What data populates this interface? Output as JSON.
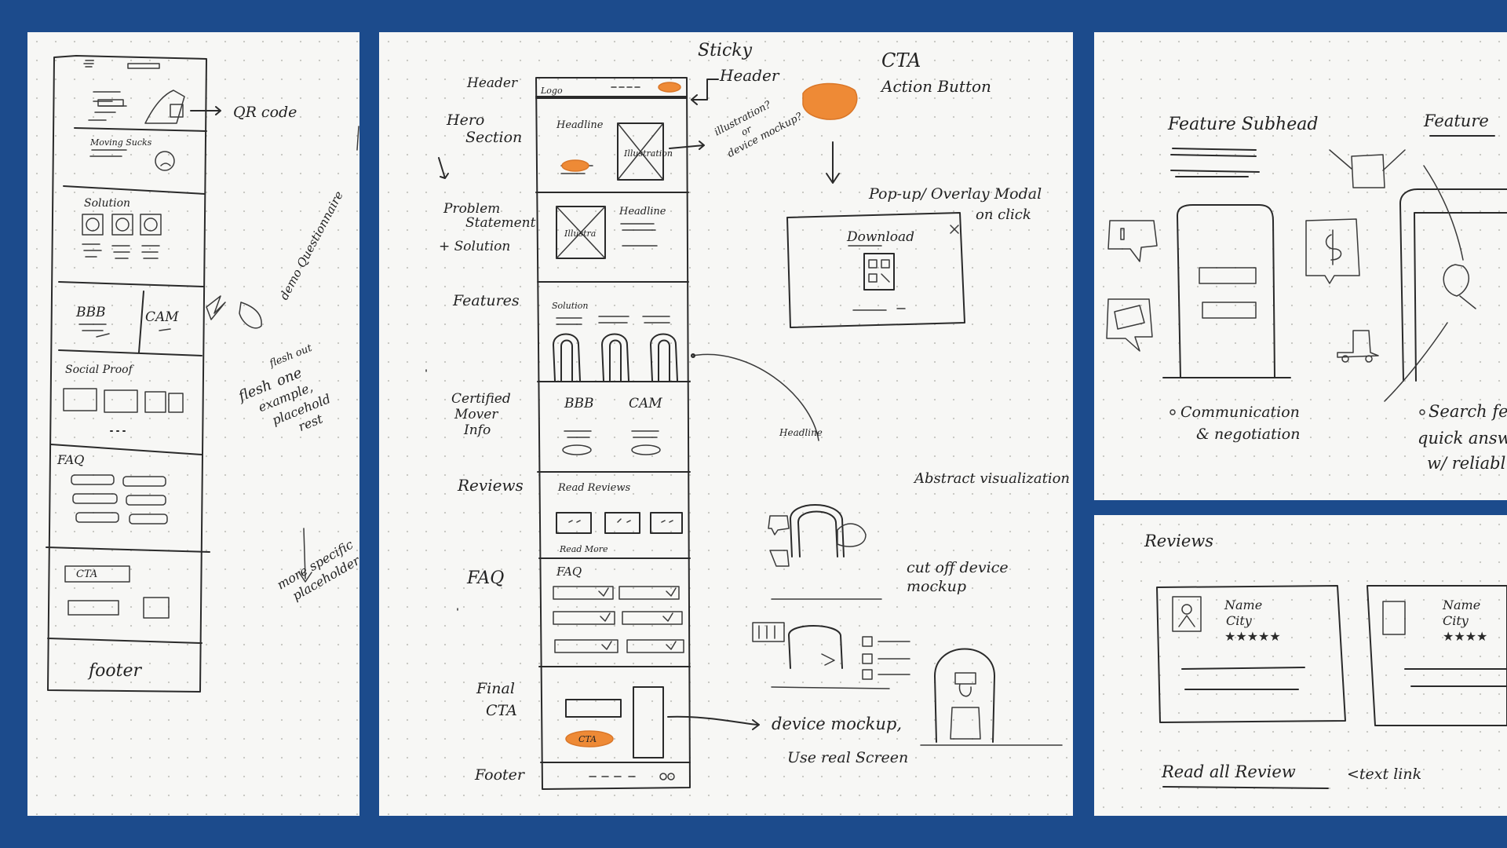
{
  "colors": {
    "background": "#1c4b8c",
    "paper": "#f7f7f5",
    "ink": "#2a2a2a",
    "accent": "#ee8a36"
  },
  "left_sheet": {
    "qr_note": "QR code",
    "moving_sucks": "Moving Sucks",
    "solution": "Solution",
    "bbb": "BBB",
    "cam": "CAM",
    "social_proof": "Social Proof",
    "faq": "FAQ",
    "cta": "CTA",
    "footer": "footer",
    "demo_note": "demo Questionnaire",
    "flesh_note": [
      "flesh out",
      "one",
      "example,",
      "placehold",
      "rest"
    ],
    "specific_note": [
      "more specific",
      "placeholder"
    ]
  },
  "center_sheet": {
    "section_labels": {
      "header": "Header",
      "hero": "Hero Section",
      "problem": [
        "Problem",
        "Statement"
      ],
      "solution": "+ Solution",
      "features": "Features",
      "certified": [
        "Certified",
        "Mover",
        "Info"
      ],
      "reviews": "Reviews",
      "faq": "FAQ",
      "final_cta": [
        "Final",
        "CTA"
      ],
      "footer": "Footer"
    },
    "wireframe": {
      "logo": "Logo",
      "headline": "Headline",
      "illustration": "Illustration",
      "illustra": "Illustra",
      "solution": "Solution",
      "bbb": "BBB",
      "cam": "CAM",
      "read_reviews": "Read Reviews",
      "read_more": "Read More",
      "faq": "FAQ",
      "cta": "CTA"
    },
    "annotations": {
      "sticky_header": [
        "Sticky",
        "Header"
      ],
      "cta_title": "CTA",
      "cta_sub": "Action Button",
      "illustration_note": [
        "illustration?",
        "or",
        "device mockup?"
      ],
      "popup": [
        "Pop-up/ Overlay Modal",
        "on click"
      ],
      "download": "Download",
      "headline_small": "Headline",
      "abstract": "Abstract visualization",
      "cut_off": [
        "cut off device",
        "mockup"
      ],
      "device_note": "device mockup,",
      "real_screen": "Use real Screen"
    }
  },
  "top_right_sheet": {
    "feature_subhead": "Feature Subhead",
    "feature": "Feature",
    "communication": [
      "Communication",
      "& negotiation"
    ],
    "search": [
      "Search fea",
      "quick answ",
      "w/ reliabl"
    ]
  },
  "bottom_right_sheet": {
    "reviews": "Reviews",
    "card1": {
      "name": "Name",
      "city": "City",
      "stars": "★★★★★"
    },
    "card2": {
      "name": "Name",
      "city": "City",
      "stars": "★★★★"
    },
    "read_all": "Read all Review",
    "text_link": "<text link"
  }
}
